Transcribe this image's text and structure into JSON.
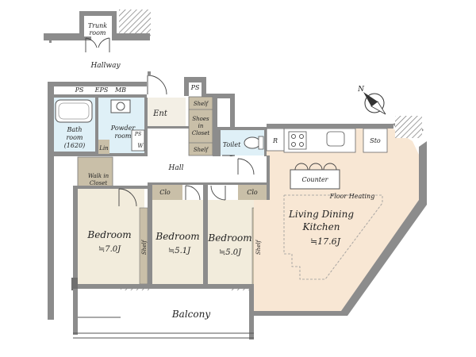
{
  "plan": {
    "rooms": {
      "trunk_room": [
        "Trunk",
        "room"
      ],
      "hallway": "Hallway",
      "ps_top": "PS",
      "eps": "EPS",
      "mb": "MB",
      "ps_right": "PS",
      "ent": "Ent",
      "bath": [
        "Bath",
        "room",
        "(1620)"
      ],
      "powder": [
        "Powder",
        "room"
      ],
      "ps_small": "PS",
      "w": "W",
      "lin": "Lin",
      "shelf_ent_top": "Shelf",
      "shoes_closet": [
        "Shoes",
        "in",
        "Closet"
      ],
      "shelf_ent_bottom": "Shelf",
      "toilet": "Toilet",
      "r": "R",
      "sto": "Sto",
      "hall": "Hall",
      "walk_in_closet": [
        "Walk in",
        "Closet"
      ],
      "clo_1": "Clo",
      "clo_2": "Clo",
      "counter": "Counter",
      "floor_heating": "Floor Heating",
      "ldk_name": [
        "Living Dining",
        "Kitchen"
      ],
      "ldk_size": "≒17.6J",
      "bed1_name": "Bedroom",
      "bed1_size": "≒7.0J",
      "bed2_name": "Bedroom",
      "bed2_size": "≒5.1J",
      "bed3_name": "Bedroom",
      "bed3_size": "≒5.0J",
      "shelf_b1": "Shelf",
      "shelf_b3": "Shelf",
      "balcony": "Balcony"
    },
    "compass_label": "N",
    "colors": {
      "bed": "#f2ecdc",
      "ldk": "#f8e7d4",
      "wet": "#dff0f7",
      "closet": "#c9bfa8",
      "wall": "#8c8c8c"
    }
  }
}
